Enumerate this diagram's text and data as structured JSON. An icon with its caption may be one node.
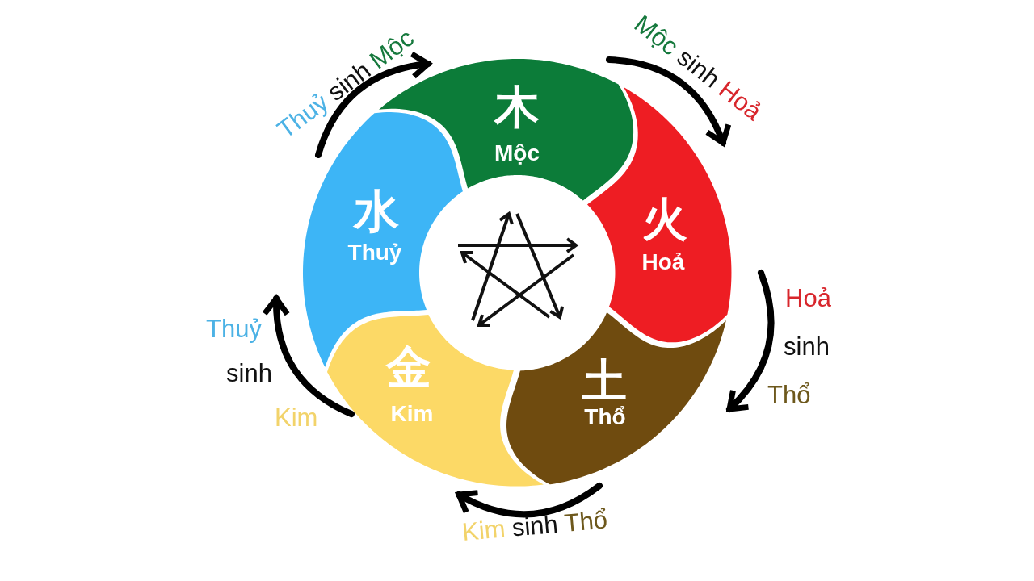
{
  "diagram": {
    "nodes": [
      {
        "text": [
          "木",
          "Mộc"
        ]
      },
      {
        "text": [
          "火",
          "Hoả"
        ]
      },
      {
        "text": [
          "土",
          "Thổ"
        ]
      },
      {
        "text": [
          "金",
          "Kim"
        ]
      },
      {
        "text": [
          "水",
          "Thuỷ"
        ]
      }
    ],
    "edges": [
      {
        "from": 4,
        "to": 0,
        "arrow": "to",
        "label": "Thuỷ sinh Mộc"
      },
      {
        "from": 0,
        "to": 1,
        "arrow": "to",
        "label": "Mộc sinh Hoả"
      },
      {
        "from": 1,
        "to": 2,
        "arrow": "to",
        "label": "Hoả sinh Thổ"
      },
      {
        "from": 2,
        "to": 3,
        "arrow": "to",
        "label": "Kim sinh Thổ"
      },
      {
        "from": 3,
        "to": 4,
        "arrow": "to",
        "label": "Thuỷ sinh Kim"
      }
    ]
  }
}
